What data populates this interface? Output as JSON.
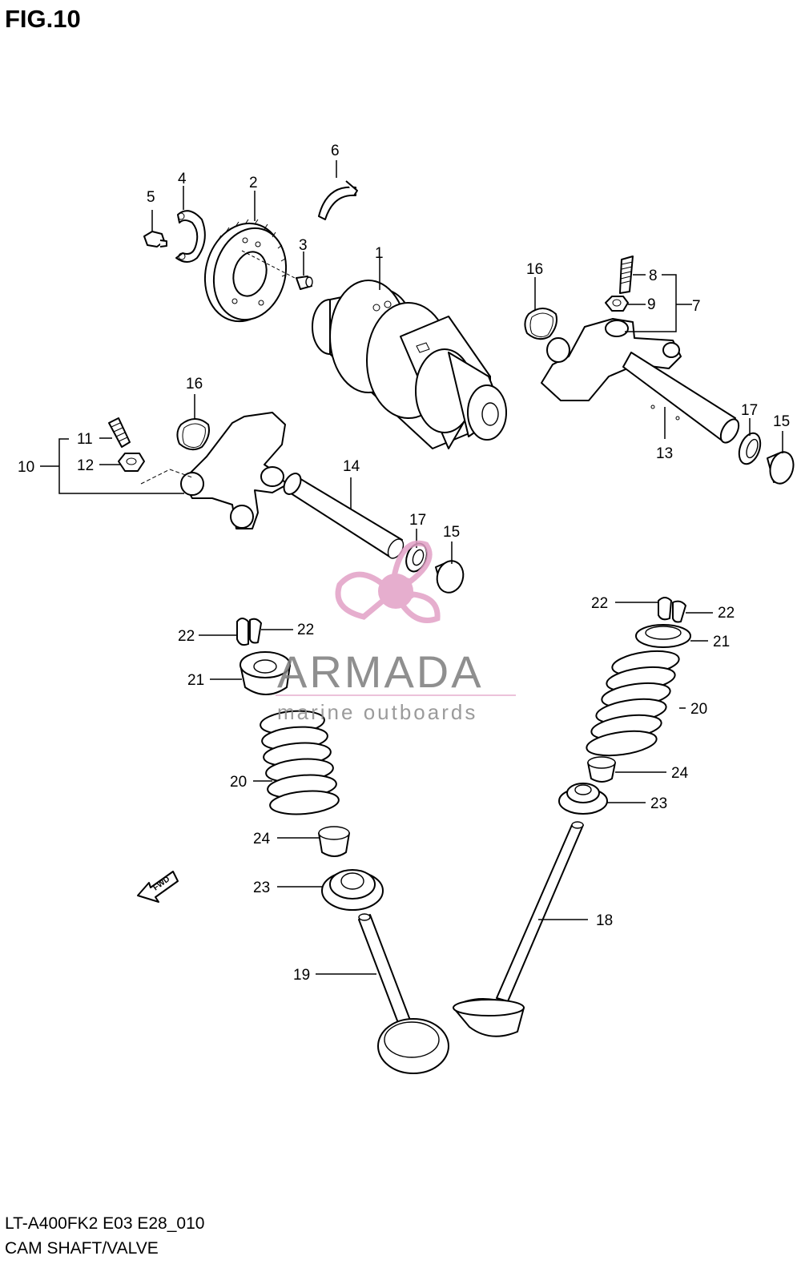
{
  "figure": {
    "title": "FIG.10",
    "model_code": "LT-A400FK2 E03 E28_010",
    "caption": "CAM SHAFT/VALVE"
  },
  "watermark": {
    "name": "ARMADA",
    "subtitle": "marine outboards",
    "accent_color": "#e2a0c6"
  },
  "fwd_label": "FWD",
  "callouts": {
    "c1": "1",
    "c2": "2",
    "c3": "3",
    "c4": "4",
    "c5": "5",
    "c6": "6",
    "c7": "7",
    "c8": "8",
    "c9": "9",
    "c10": "10",
    "c11": "11",
    "c12": "12",
    "c13": "13",
    "c14": "14",
    "c15a": "15",
    "c15b": "15",
    "c16a": "16",
    "c16b": "16",
    "c17a": "17",
    "c17b": "17",
    "c18": "18",
    "c19": "19",
    "c20a": "20",
    "c20b": "20",
    "c21a": "21",
    "c21b": "21",
    "c22a": "22",
    "c22b": "22",
    "c22c": "22",
    "c22d": "22",
    "c23a": "23",
    "c23b": "23",
    "c24a": "24",
    "c24b": "24"
  }
}
